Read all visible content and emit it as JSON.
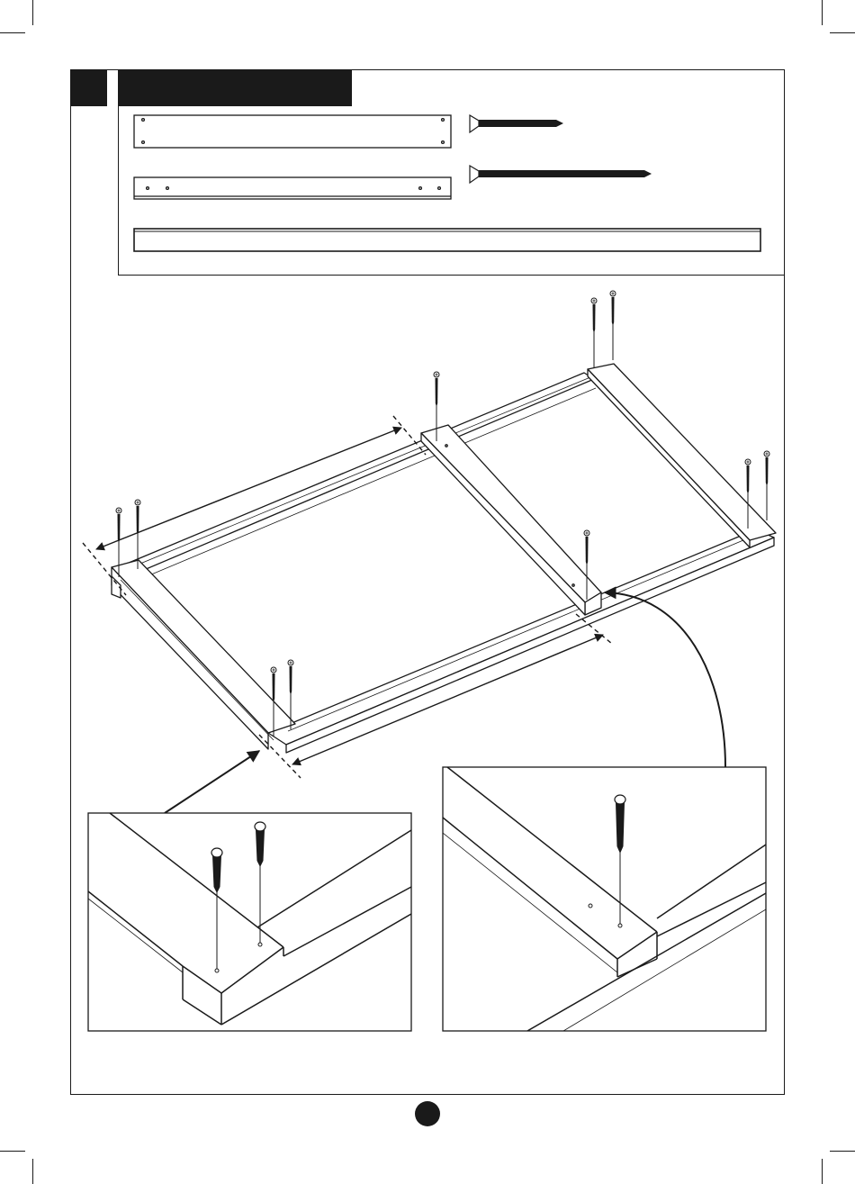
{
  "page": {
    "step_number": "",
    "title": "",
    "page_number": ""
  },
  "colors": {
    "ink": "#1a1a1a",
    "paper": "#ffffff"
  },
  "parts": [
    {
      "name": "short-board",
      "icon": "board-icon"
    },
    {
      "name": "narrow-board",
      "icon": "board-icon"
    },
    {
      "name": "long-rail",
      "icon": "board-icon"
    },
    {
      "name": "short-screw",
      "icon": "screw-icon"
    },
    {
      "name": "long-screw",
      "icon": "screw-icon"
    }
  ],
  "detail_views": [
    {
      "name": "corner-detail",
      "screws": 2
    },
    {
      "name": "middle-brace-detail",
      "screws": 1
    }
  ]
}
